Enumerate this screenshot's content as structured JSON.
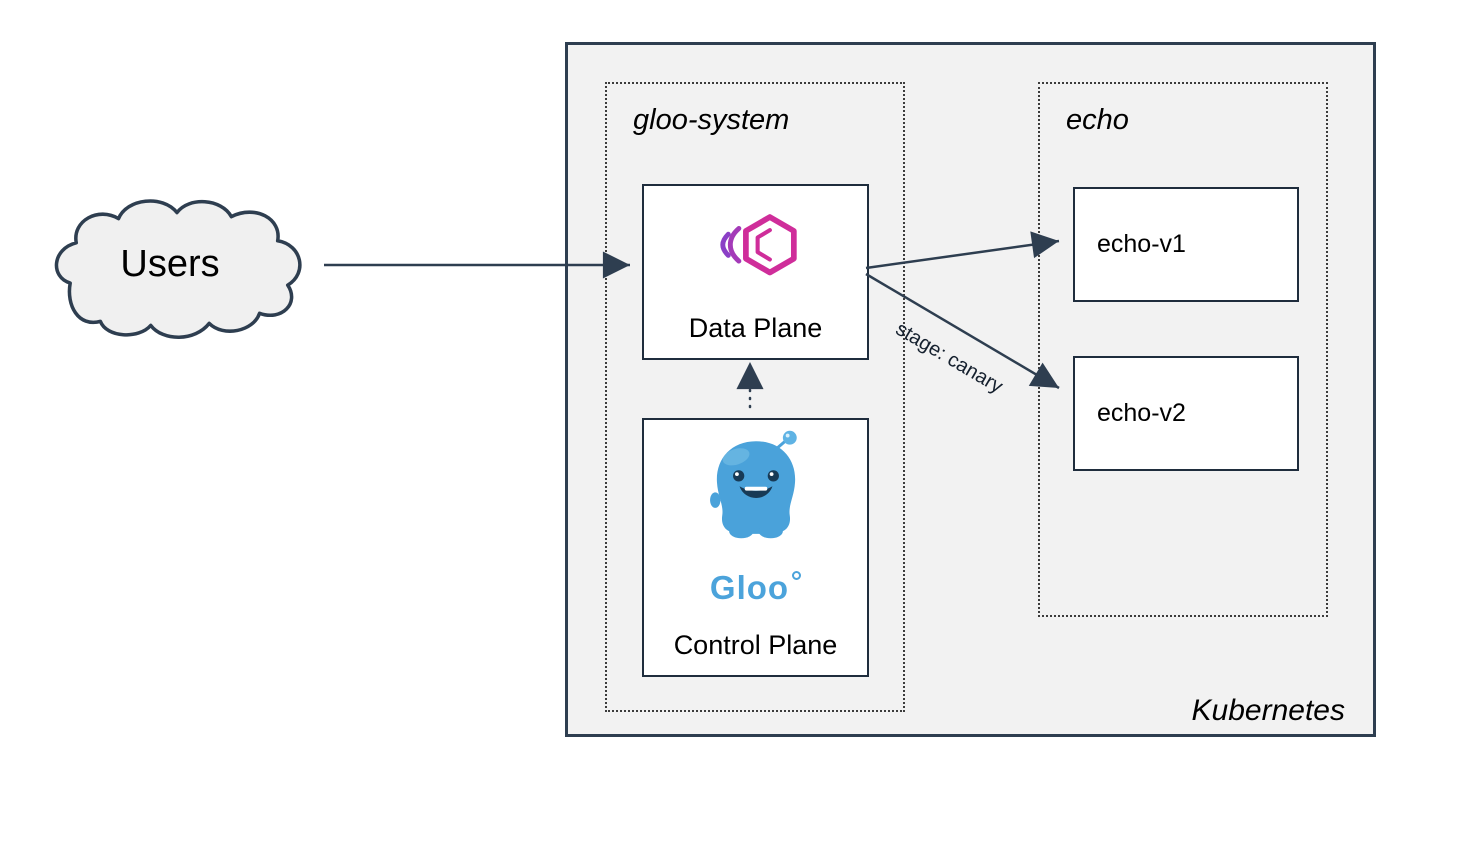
{
  "diagram": {
    "users": {
      "label": "Users"
    },
    "kubernetes": {
      "label": "Kubernetes"
    },
    "gloo_system": {
      "label": "gloo-system",
      "data_plane": {
        "label": "Data Plane"
      },
      "control_plane": {
        "label": "Control Plane",
        "logo_text": "Gloo"
      }
    },
    "echo": {
      "label": "echo",
      "services": [
        {
          "label": "echo-v1"
        },
        {
          "label": "echo-v2"
        }
      ]
    },
    "edges": {
      "canary_label": "stage: canary"
    },
    "colors": {
      "line": "#2e3e50",
      "container_fill": "#f2f2f2",
      "node_fill": "#ffffff",
      "gloo_pink": "#cf2d9a",
      "gloo_purple": "#a43ab8",
      "gloo_blue": "#4ba3db"
    }
  }
}
